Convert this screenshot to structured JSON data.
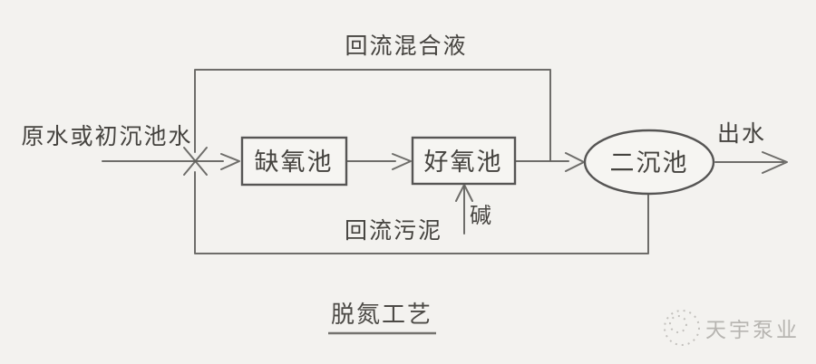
{
  "diagram": {
    "title": "脱氮工艺",
    "labels": {
      "influent": "原水或初沉池水",
      "recycle_mixed_liquor": "回流混合液",
      "return_sludge": "回流污泥",
      "alkali": "碱",
      "effluent": "出水"
    },
    "nodes": [
      {
        "id": "anoxic-tank",
        "shape": "rect",
        "label": "缺氧池"
      },
      {
        "id": "aerobic-tank",
        "shape": "rect",
        "label": "好氧池"
      },
      {
        "id": "secondary-clarifier",
        "shape": "ellipse",
        "label": "二沉池"
      }
    ],
    "flows": [
      {
        "from": "influent",
        "to": "anoxic-tank"
      },
      {
        "from": "anoxic-tank",
        "to": "aerobic-tank"
      },
      {
        "from": "aerobic-tank",
        "to": "secondary-clarifier"
      },
      {
        "from": "secondary-clarifier",
        "to": "effluent"
      },
      {
        "from": "aerobic-tank-outlet",
        "to": "influent-junction",
        "label": "回流混合液"
      },
      {
        "from": "secondary-clarifier",
        "to": "influent-junction",
        "label": "回流污泥"
      },
      {
        "from": "alkali",
        "to": "aerobic-tank"
      }
    ],
    "watermark": {
      "logo": "dotted-circle-logo",
      "text": "天宇泵业"
    },
    "colors": {
      "background": "#f3f2ef",
      "line": "#5f5e5b",
      "text": "#45433f",
      "watermark": "#b7b5b1"
    }
  }
}
